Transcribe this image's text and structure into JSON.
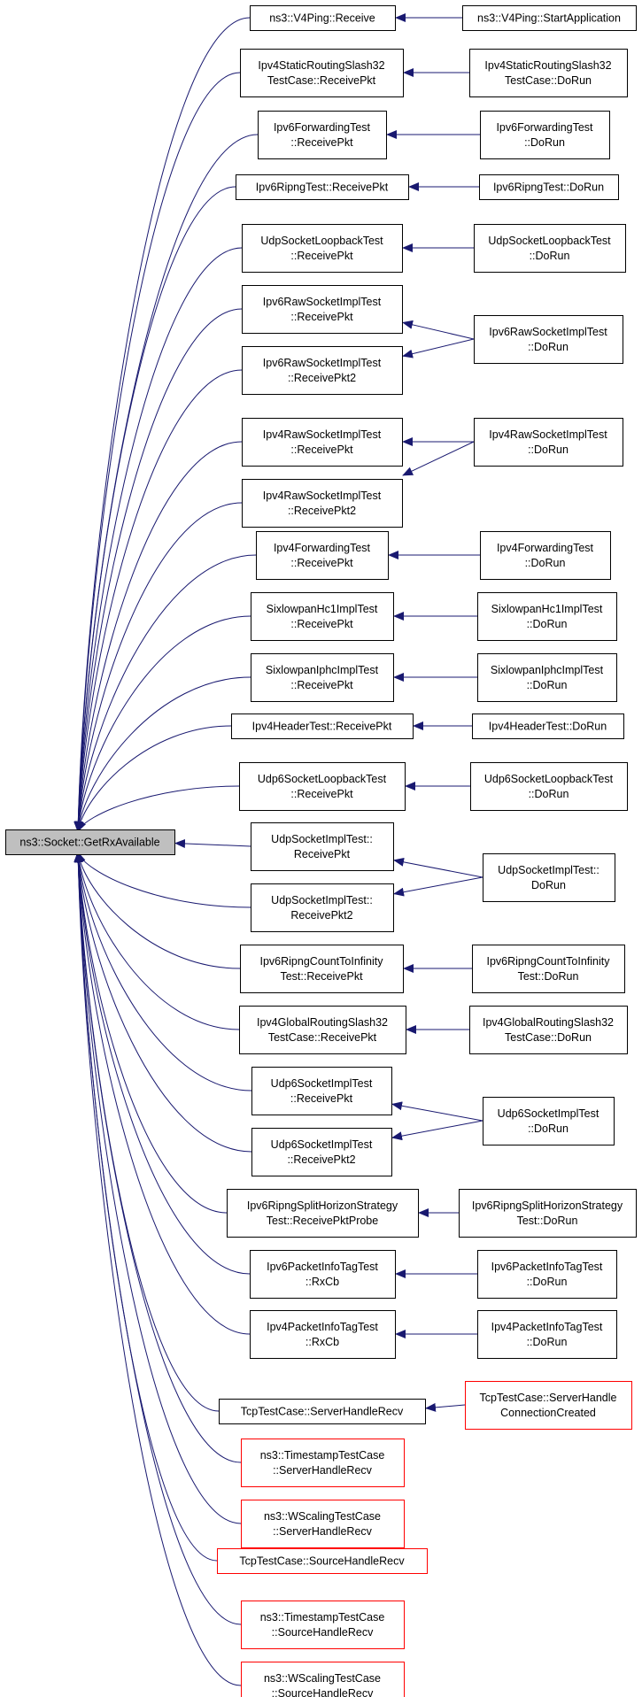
{
  "root": {
    "label": "ns3::Socket::GetRxAvailable"
  },
  "colors": {
    "edge": "#191970",
    "border": "#000000",
    "incomplete_border": "#ff0000",
    "root_fill": "#bfbfbf",
    "node_fill": "#ffffff"
  },
  "callers": [
    {
      "lines": [
        "ns3::V4Ping::Receive"
      ],
      "callers": [
        {
          "lines": [
            "ns3::V4Ping::StartApplication"
          ]
        }
      ]
    },
    {
      "lines": [
        "Ipv4StaticRoutingSlash32",
        "TestCase::ReceivePkt"
      ],
      "callers": [
        {
          "lines": [
            "Ipv4StaticRoutingSlash32",
            "TestCase::DoRun"
          ]
        }
      ]
    },
    {
      "lines": [
        "Ipv6ForwardingTest",
        "::ReceivePkt"
      ],
      "callers": [
        {
          "lines": [
            "Ipv6ForwardingTest",
            "::DoRun"
          ]
        }
      ]
    },
    {
      "lines": [
        "Ipv6RipngTest::ReceivePkt"
      ],
      "callers": [
        {
          "lines": [
            "Ipv6RipngTest::DoRun"
          ]
        }
      ]
    },
    {
      "lines": [
        "UdpSocketLoopbackTest",
        "::ReceivePkt"
      ],
      "callers": [
        {
          "lines": [
            "UdpSocketLoopbackTest",
            "::DoRun"
          ]
        }
      ]
    },
    {
      "lines": [
        "Ipv6RawSocketImplTest",
        "::ReceivePkt"
      ],
      "callers": [
        {
          "lines": [
            "Ipv6RawSocketImplTest",
            "::DoRun"
          ]
        }
      ]
    },
    {
      "lines": [
        "Ipv6RawSocketImplTest",
        "::ReceivePkt2"
      ],
      "callers": [
        {
          "lines": [
            "Ipv6RawSocketImplTest",
            "::DoRun"
          ]
        }
      ]
    },
    {
      "lines": [
        "Ipv4RawSocketImplTest",
        "::ReceivePkt"
      ],
      "callers": [
        {
          "lines": [
            "Ipv4RawSocketImplTest",
            "::DoRun"
          ]
        }
      ]
    },
    {
      "lines": [
        "Ipv4RawSocketImplTest",
        "::ReceivePkt2"
      ],
      "callers": [
        {
          "lines": [
            "Ipv4RawSocketImplTest",
            "::DoRun"
          ]
        }
      ]
    },
    {
      "lines": [
        "Ipv4ForwardingTest",
        "::ReceivePkt"
      ],
      "callers": [
        {
          "lines": [
            "Ipv4ForwardingTest",
            "::DoRun"
          ]
        }
      ]
    },
    {
      "lines": [
        "SixlowpanHc1ImplTest",
        "::ReceivePkt"
      ],
      "callers": [
        {
          "lines": [
            "SixlowpanHc1ImplTest",
            "::DoRun"
          ]
        }
      ]
    },
    {
      "lines": [
        "SixlowpanIphcImplTest",
        "::ReceivePkt"
      ],
      "callers": [
        {
          "lines": [
            "SixlowpanIphcImplTest",
            "::DoRun"
          ]
        }
      ]
    },
    {
      "lines": [
        "Ipv4HeaderTest::ReceivePkt"
      ],
      "callers": [
        {
          "lines": [
            "Ipv4HeaderTest::DoRun"
          ]
        }
      ]
    },
    {
      "lines": [
        "Udp6SocketLoopbackTest",
        "::ReceivePkt"
      ],
      "callers": [
        {
          "lines": [
            "Udp6SocketLoopbackTest",
            "::DoRun"
          ]
        }
      ]
    },
    {
      "lines": [
        "UdpSocketImplTest::",
        "ReceivePkt"
      ],
      "callers": [
        {
          "lines": [
            "UdpSocketImplTest::",
            "DoRun"
          ]
        }
      ]
    },
    {
      "lines": [
        "UdpSocketImplTest::",
        "ReceivePkt2"
      ],
      "callers": [
        {
          "lines": [
            "UdpSocketImplTest::",
            "DoRun"
          ]
        }
      ]
    },
    {
      "lines": [
        "Ipv6RipngCountToInfinity",
        "Test::ReceivePkt"
      ],
      "callers": [
        {
          "lines": [
            "Ipv6RipngCountToInfinity",
            "Test::DoRun"
          ]
        }
      ]
    },
    {
      "lines": [
        "Ipv4GlobalRoutingSlash32",
        "TestCase::ReceivePkt"
      ],
      "callers": [
        {
          "lines": [
            "Ipv4GlobalRoutingSlash32",
            "TestCase::DoRun"
          ]
        }
      ]
    },
    {
      "lines": [
        "Udp6SocketImplTest",
        "::ReceivePkt"
      ],
      "callers": [
        {
          "lines": [
            "Udp6SocketImplTest",
            "::DoRun"
          ]
        }
      ]
    },
    {
      "lines": [
        "Udp6SocketImplTest",
        "::ReceivePkt2"
      ],
      "callers": [
        {
          "lines": [
            "Udp6SocketImplTest",
            "::DoRun"
          ]
        }
      ]
    },
    {
      "lines": [
        "Ipv6RipngSplitHorizonStrategy",
        "Test::ReceivePktProbe"
      ],
      "callers": [
        {
          "lines": [
            "Ipv6RipngSplitHorizonStrategy",
            "Test::DoRun"
          ]
        }
      ]
    },
    {
      "lines": [
        "Ipv6PacketInfoTagTest",
        "::RxCb"
      ],
      "callers": [
        {
          "lines": [
            "Ipv6PacketInfoTagTest",
            "::DoRun"
          ]
        }
      ]
    },
    {
      "lines": [
        "Ipv4PacketInfoTagTest",
        "::RxCb"
      ],
      "callers": [
        {
          "lines": [
            "Ipv4PacketInfoTagTest",
            "::DoRun"
          ]
        }
      ]
    },
    {
      "lines": [
        "TcpTestCase::ServerHandleRecv"
      ],
      "callers": [
        {
          "lines": [
            "TcpTestCase::ServerHandle",
            "ConnectionCreated"
          ],
          "incomplete": true
        }
      ]
    },
    {
      "lines": [
        "ns3::TimestampTestCase",
        "::ServerHandleRecv"
      ],
      "incomplete": true,
      "callers": []
    },
    {
      "lines": [
        "ns3::WScalingTestCase",
        "::ServerHandleRecv"
      ],
      "incomplete": true,
      "callers": []
    },
    {
      "lines": [
        "TcpTestCase::SourceHandleRecv"
      ],
      "incomplete": true,
      "callers": []
    },
    {
      "lines": [
        "ns3::TimestampTestCase",
        "::SourceHandleRecv"
      ],
      "incomplete": true,
      "callers": []
    },
    {
      "lines": [
        "ns3::WScalingTestCase",
        "::SourceHandleRecv"
      ],
      "incomplete": true,
      "callers": []
    }
  ]
}
